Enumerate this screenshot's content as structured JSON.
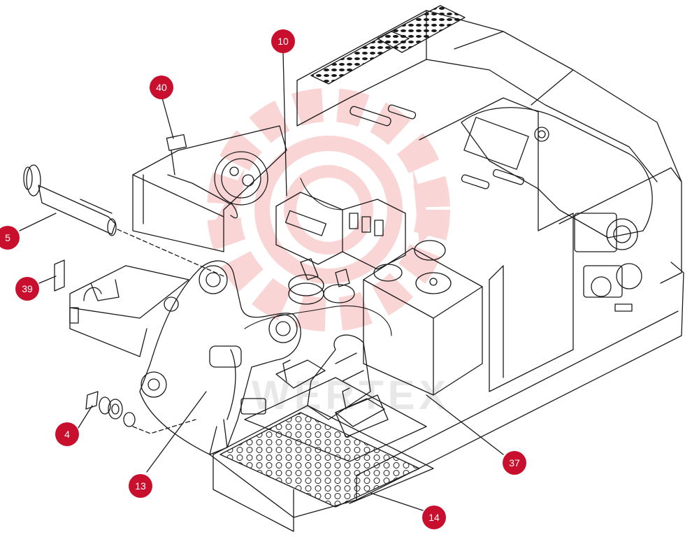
{
  "colors": {
    "callout": "#c8102e",
    "line": "#1a1a1a",
    "watermark": "#f6c6c6",
    "watermark_text": "#dcdcdc"
  },
  "watermark": {
    "logo": "gear-logo-watermark",
    "text": "WERTEX"
  },
  "callouts": [
    {
      "id": "c10",
      "label": "10"
    },
    {
      "id": "c40",
      "label": "40"
    },
    {
      "id": "c5",
      "label": "5"
    },
    {
      "id": "c39",
      "label": "39"
    },
    {
      "id": "c4",
      "label": "4"
    },
    {
      "id": "c13",
      "label": "13"
    },
    {
      "id": "c37",
      "label": "37"
    },
    {
      "id": "c14",
      "label": "14"
    }
  ]
}
